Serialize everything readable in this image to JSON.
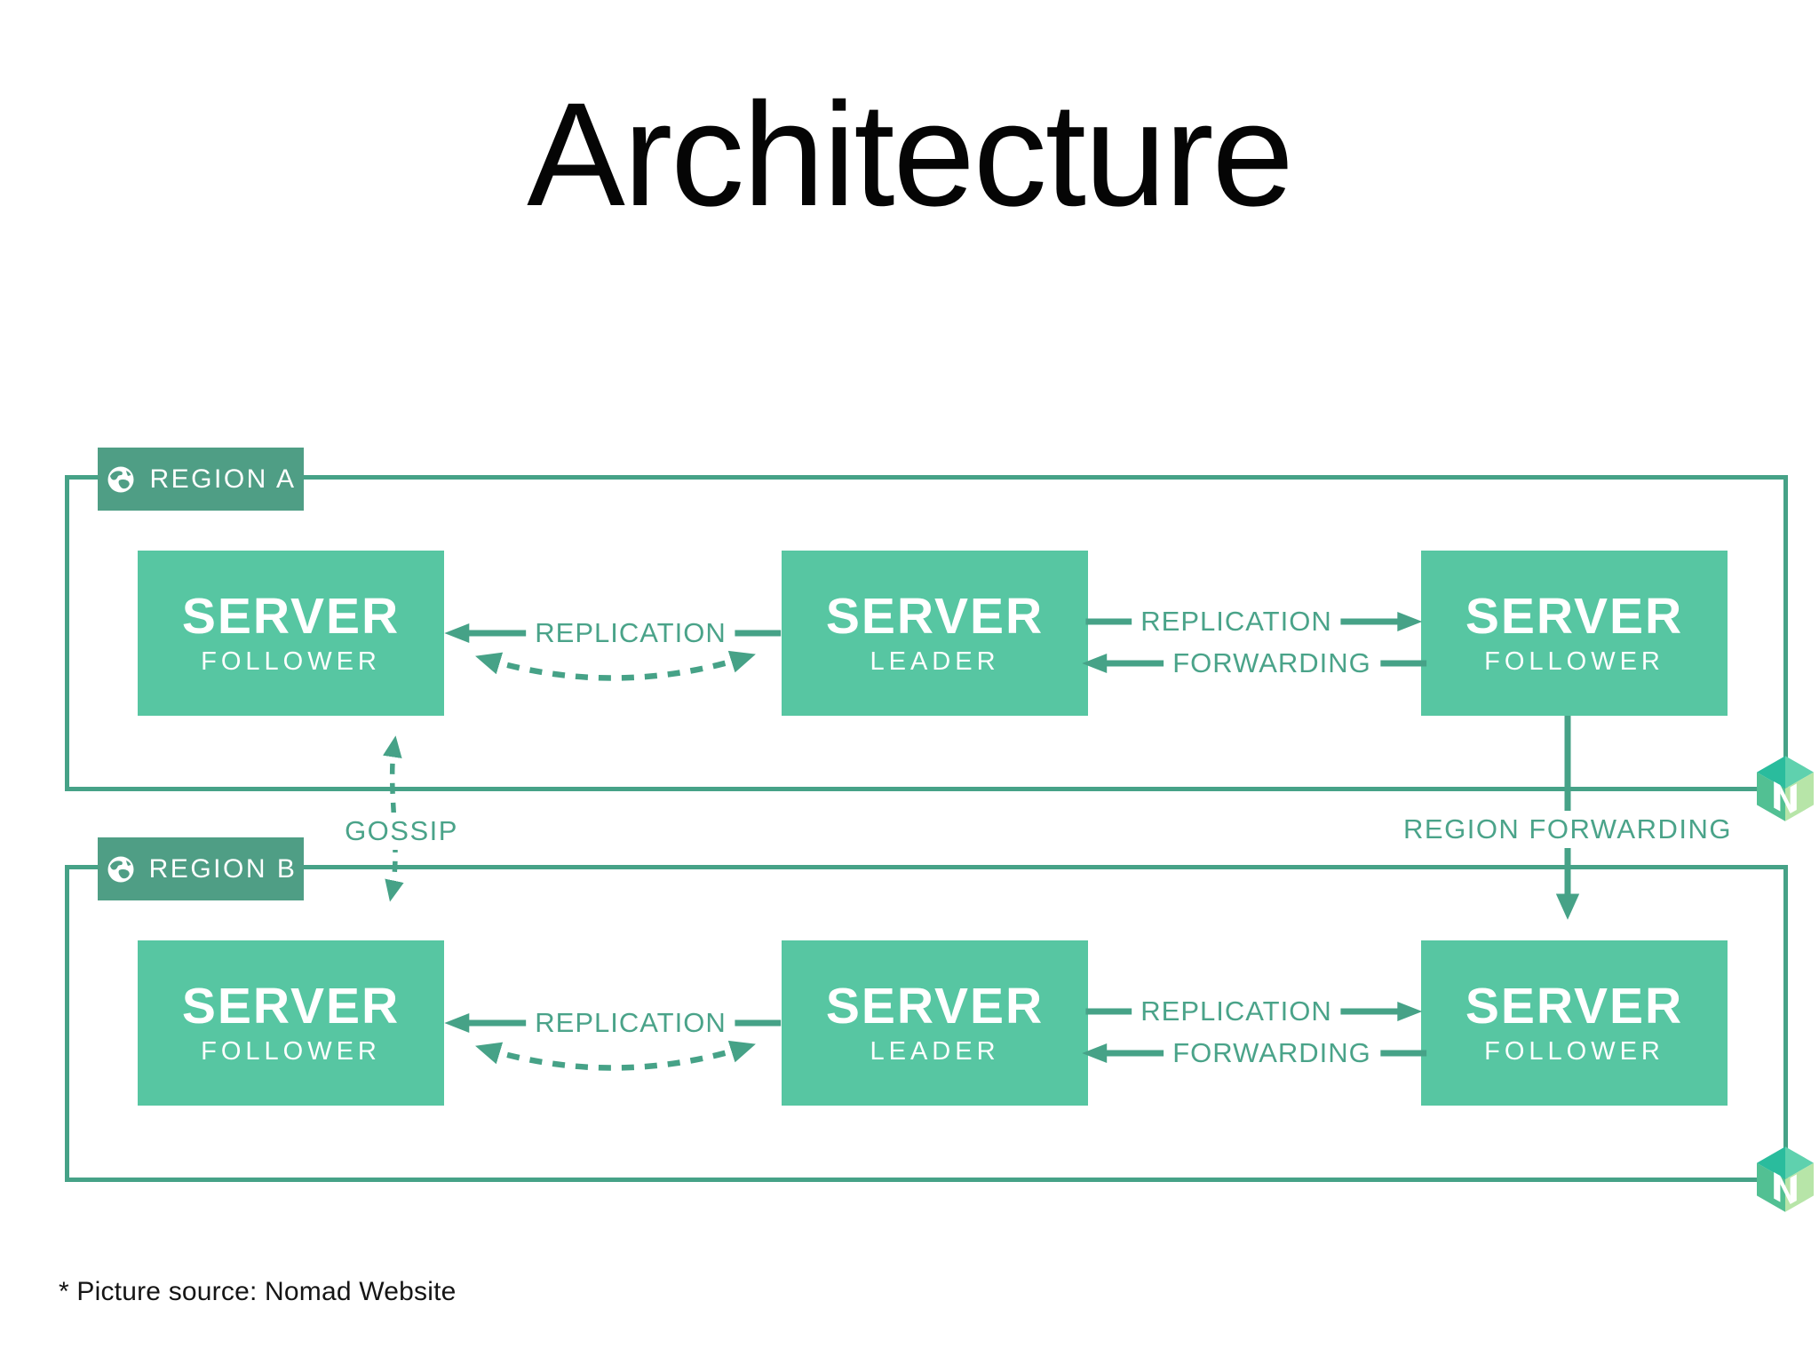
{
  "title": "Architecture",
  "footer": "* Picture source: Nomad Website",
  "colors": {
    "line_green": "#46a287",
    "label_green": "#4f9e85",
    "server_box_green": "#57c6a2",
    "connector_text_green": "#4aa389",
    "title_black": "#050505"
  },
  "diagram": {
    "regions": [
      {
        "label": "REGION A",
        "servers": [
          {
            "title": "SERVER",
            "role": "FOLLOWER"
          },
          {
            "title": "SERVER",
            "role": "LEADER"
          },
          {
            "title": "SERVER",
            "role": "FOLLOWER"
          }
        ],
        "connectors": {
          "left_replication": "REPLICATION",
          "right_replication": "REPLICATION",
          "right_forwarding": "FORWARDING"
        }
      },
      {
        "label": "REGION B",
        "servers": [
          {
            "title": "SERVER",
            "role": "FOLLOWER"
          },
          {
            "title": "SERVER",
            "role": "LEADER"
          },
          {
            "title": "SERVER",
            "role": "FOLLOWER"
          }
        ],
        "connectors": {
          "left_replication": "REPLICATION",
          "right_replication": "REPLICATION",
          "right_forwarding": "FORWARDING"
        }
      }
    ],
    "gossip_label": "GOSSIP",
    "region_forwarding_label": "REGION FORWARDING"
  }
}
